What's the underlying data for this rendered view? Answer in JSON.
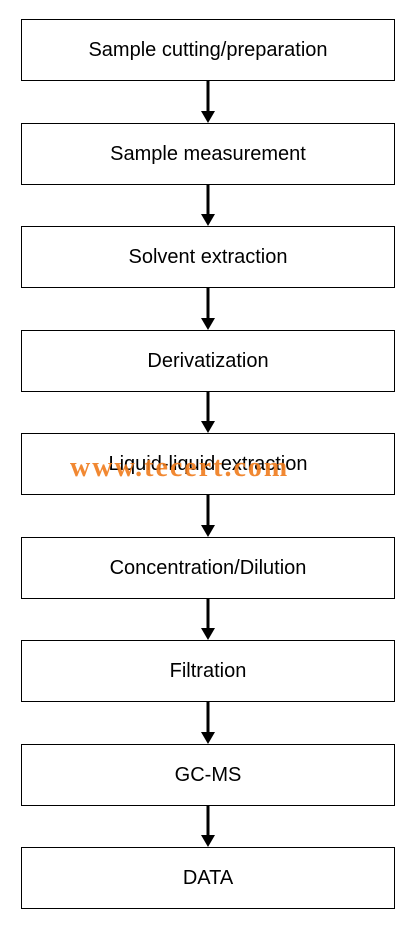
{
  "flowchart": {
    "steps": [
      {
        "label": "Sample cutting/preparation"
      },
      {
        "label": "Sample measurement"
      },
      {
        "label": "Solvent extraction"
      },
      {
        "label": "Derivatization"
      },
      {
        "label": "Liquid-liquid extraction"
      },
      {
        "label": "Concentration/Dilution"
      },
      {
        "label": "Filtration"
      },
      {
        "label": "GC-MS"
      },
      {
        "label": "DATA"
      }
    ]
  },
  "watermark": {
    "text": "www.tecert.com",
    "color": "#f07c1c"
  },
  "colors": {
    "box_border": "#000000",
    "arrow": "#000000",
    "background": "#ffffff"
  }
}
